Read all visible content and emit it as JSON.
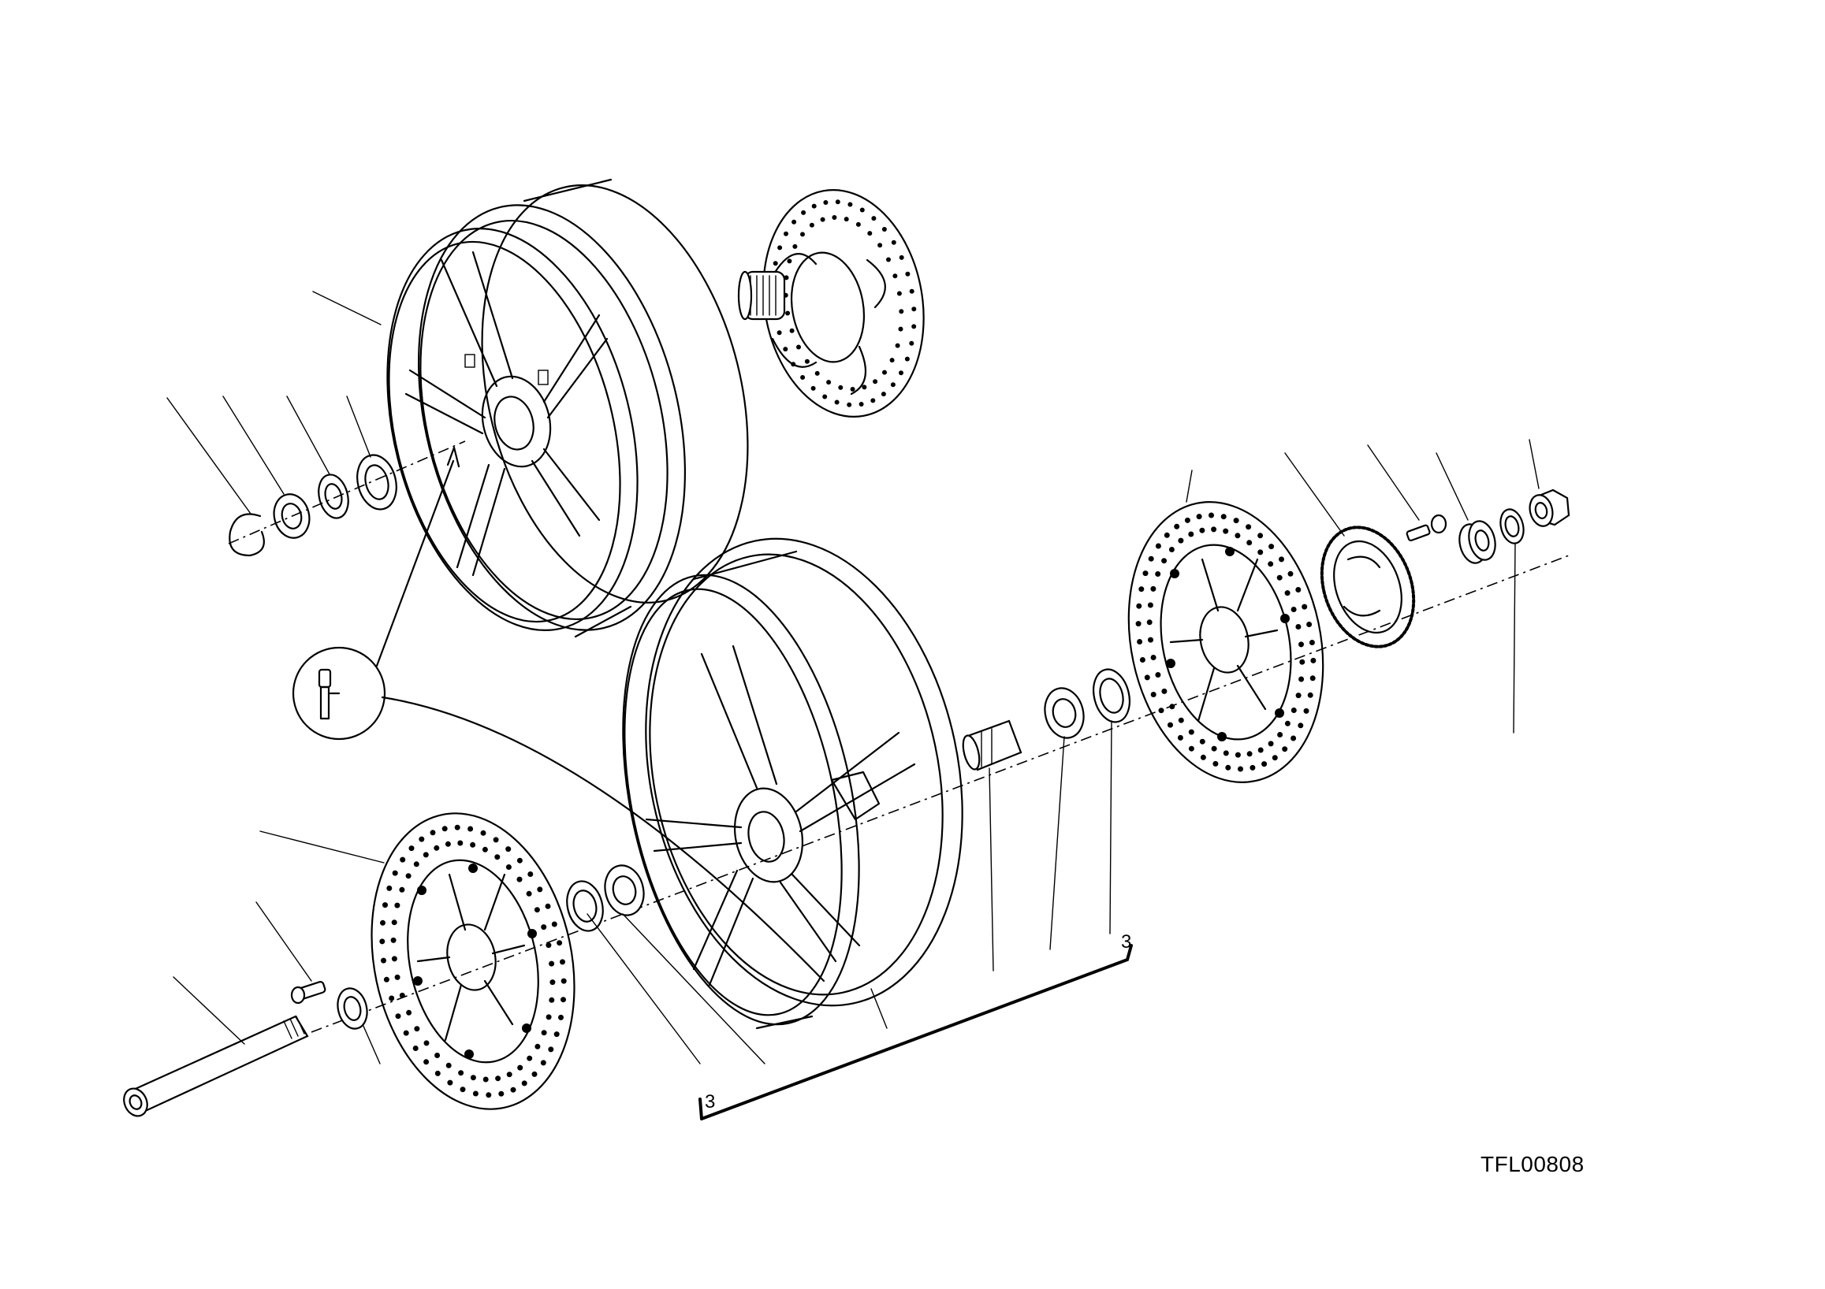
{
  "drawing": {
    "code": "TFL00808"
  },
  "reference_marks": {
    "left_bracket": "3",
    "right_bracket": "3"
  }
}
